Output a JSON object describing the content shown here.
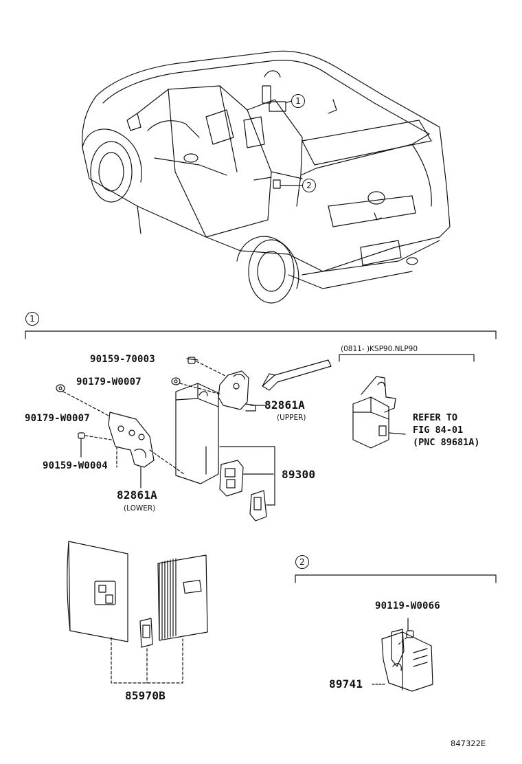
{
  "callouts": {
    "one": "1",
    "two": "2"
  },
  "section1": {
    "parts": {
      "bolt_upper": "90159-70003",
      "nut_upper": "90179-W0007",
      "nut_left": "90179-W0007",
      "bolt_left": "90159-W0004",
      "bracket_upper": "82861A",
      "bracket_upper_note": "(UPPER)",
      "bracket_lower": "82861A",
      "bracket_lower_note": "(LOWER)",
      "receiver": "89300"
    },
    "inset": {
      "header": "(0811-    )KSP90.NLP90",
      "refer_line1": "REFER TO",
      "refer_line2": "FIG 84-01",
      "refer_line3": "(PNC 89681A)"
    },
    "manual": "85970B"
  },
  "section2": {
    "bolt": "90119-W0066",
    "part": "89741"
  },
  "figure_number": "847322E"
}
